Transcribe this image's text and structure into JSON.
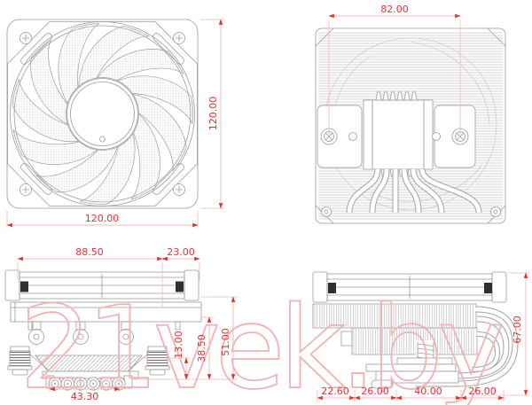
{
  "colors": {
    "background": "#ffffff",
    "drawing_line": "#9b9b9b",
    "dimension_text": "#e03232",
    "dimension_line": "#f4b8b8",
    "watermark": "#f2b2b2"
  },
  "watermark": {
    "text": "21vek.by"
  },
  "views": {
    "fan_front": {
      "dim_width": "120.00",
      "dim_height": "120.00"
    },
    "heatsink_top": {
      "dim_width": "82.00"
    },
    "side_front": {
      "dim_body_width": "88.50",
      "dim_overhang": "23.00",
      "dim_heatpipe_span": "43.30",
      "dim_base_height": "13.00",
      "dim_mid_height": "38.50",
      "dim_height_no_fan": "51.00"
    },
    "side_profile": {
      "dim_seg1": "22.60",
      "dim_seg2": "26.00",
      "dim_seg3": "40.00",
      "dim_seg4": "26.00",
      "dim_total_height": "67.00"
    }
  }
}
